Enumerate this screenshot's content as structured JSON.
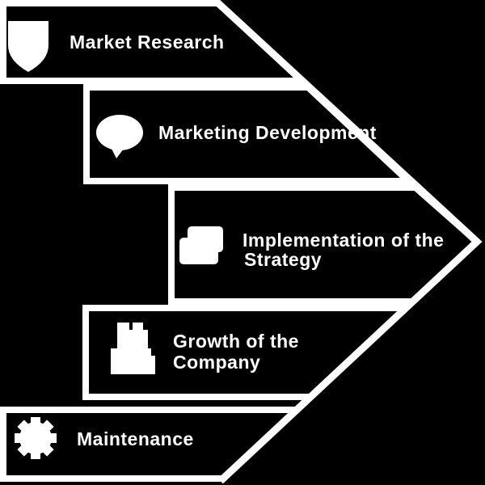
{
  "infographic": {
    "title": "Five-step arrow process infographic",
    "colors": {
      "background": "#000000",
      "bar_fill": "#000000",
      "outline": "#ffffff",
      "text": "#ffffff"
    },
    "steps": [
      {
        "icon": "shield-icon",
        "line1": "Market Research",
        "line2": ""
      },
      {
        "icon": "speech-bubble-icon",
        "line1": "Marketing Development",
        "line2": ""
      },
      {
        "icon": "gears-icon",
        "line1": "Implementation of the",
        "line2": "Strategy"
      },
      {
        "icon": "team-icon",
        "line1": "Growth of the",
        "line2": "Company"
      },
      {
        "icon": "gear-icon",
        "line1": "Maintenance",
        "line2": ""
      }
    ]
  }
}
